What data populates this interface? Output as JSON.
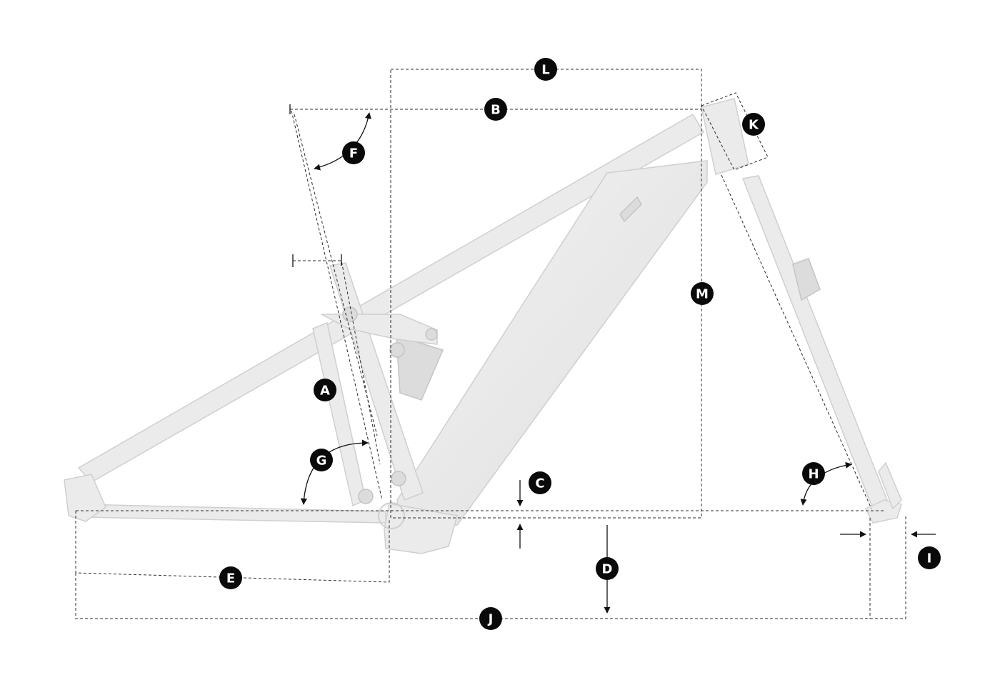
{
  "diagram": {
    "labels": {
      "L": "L",
      "B": "B",
      "K": "K",
      "F": "F",
      "M": "M",
      "A": "A",
      "G": "G",
      "C": "C",
      "H": "H",
      "D": "D",
      "E": "E",
      "I": "I",
      "J": "J"
    }
  }
}
